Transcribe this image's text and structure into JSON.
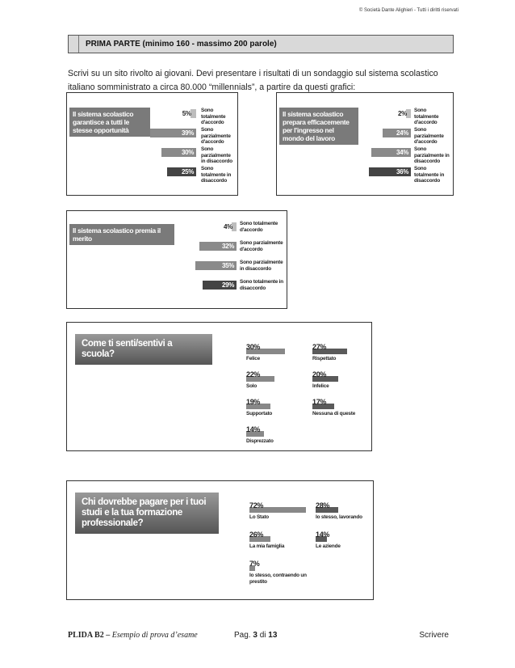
{
  "header": {
    "copyright": "© Società Dante Alighieri - Tutti i diritti riservati"
  },
  "section": {
    "title": "PRIMA PARTE (minimo 160 - massimo 200 parole)"
  },
  "intro": "Scrivi su un sito rivolto ai giovani. Devi presentare i risultati di un sondaggio sul sistema scolastico italiano somministrato a circa 80.000 “millennials”, a partire da questi grafici:",
  "chart_data": [
    {
      "type": "bar",
      "title": "Il sistema scolastico garantisce a tutti le stesse opportunità",
      "categories": [
        "Sono totalmente d'accordo",
        "Sono parzialmente d'accordo",
        "Sono parzialmente in disaccordo",
        "Sono totalmente in disaccordo"
      ],
      "values": [
        5,
        39,
        30,
        25
      ],
      "labels": [
        "5%",
        "39%",
        "30%",
        "25%"
      ]
    },
    {
      "type": "bar",
      "title": "Il sistema scolastico prepara efficacemente per l'ingresso nel mondo del lavoro",
      "categories": [
        "Sono totalmente d'accordo",
        "Sono parzialmente d'accordo",
        "Sono parzialmente in disaccordo",
        "Sono totalmente in disaccordo"
      ],
      "values": [
        2,
        24,
        34,
        36
      ],
      "labels": [
        "2%",
        "24%",
        "34%",
        "36%"
      ]
    },
    {
      "type": "bar",
      "title": "Il sistema scolastico premia il merito",
      "categories": [
        "Sono totalmente d'accordo",
        "Sono parzialmente d'accordo",
        "Sono parzialmente in disaccordo",
        "Sono totalmente in disaccordo"
      ],
      "values": [
        4,
        32,
        35,
        29
      ],
      "labels": [
        "4%",
        "32%",
        "35%",
        "29%"
      ]
    },
    {
      "type": "bar",
      "title": "Come ti senti/sentivi a scuola?",
      "categories": [
        "Felice",
        "Rispettato",
        "Solo",
        "Infelice",
        "Supportato",
        "Nessuna di queste",
        "Disprezzato"
      ],
      "values": [
        30,
        27,
        22,
        20,
        19,
        17,
        14
      ],
      "labels": [
        "30",
        "27",
        "22",
        "20",
        "19",
        "17",
        "14"
      ],
      "unit": "%"
    },
    {
      "type": "bar",
      "title": "Chi dovrebbe pagare per i tuoi studi e la tua formazione professionale?",
      "categories": [
        "Lo Stato",
        "Io stesso, lavorando",
        "La mia famiglia",
        "Le aziende",
        "Io stesso, contraendo un prestito"
      ],
      "values": [
        72,
        28,
        26,
        14,
        7
      ],
      "labels": [
        "72",
        "28",
        "26",
        "14",
        "7"
      ],
      "unit": "%"
    }
  ],
  "footer": {
    "left_bold": "PLIDA B2 –",
    "left_italic": " Esempio di prova d’esame",
    "page_prefix": "Pag. ",
    "page_num": "3",
    "page_mid": " di ",
    "page_total": "13",
    "right": "Scrivere"
  },
  "colors": {
    "dark": "#444444",
    "mid": "#8a8a8a",
    "light": "#bdbdbd",
    "title_box": "#7a7a7a"
  }
}
